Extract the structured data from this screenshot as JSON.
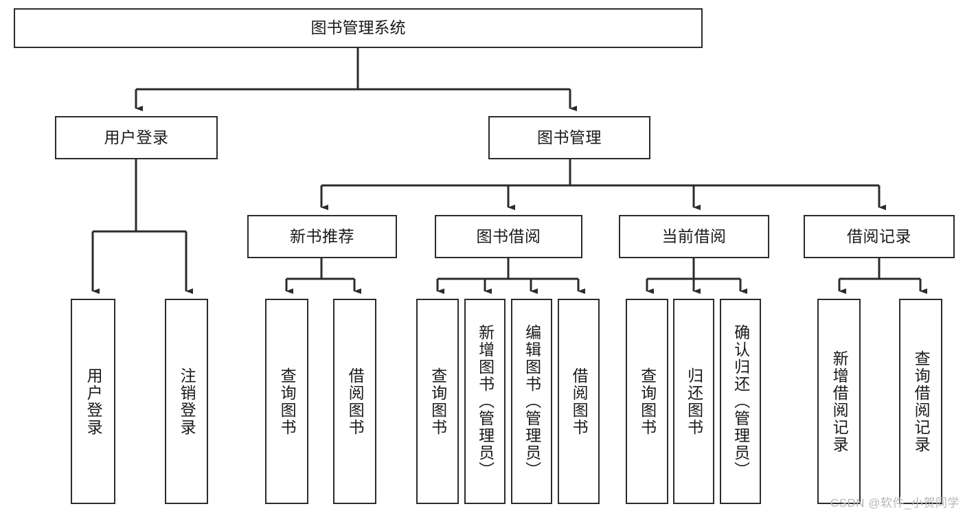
{
  "diagram": {
    "title": "图书管理系统",
    "type": "hierarchy-tree",
    "stroke_color": "#2b2b2b",
    "fill_color": "#ffffff",
    "text_color": "#1a1a1a",
    "watermark": "CSDN @软件_小贺同学",
    "levels": {
      "root": {
        "label": "图书管理系统"
      },
      "level1": [
        {
          "id": "user-login",
          "label": "用户登录"
        },
        {
          "id": "book-management",
          "label": "图书管理"
        }
      ],
      "level2": [
        {
          "id": "new-book-recommend",
          "label": "新书推荐",
          "parent": "book-management"
        },
        {
          "id": "book-borrow",
          "label": "图书借阅",
          "parent": "book-management"
        },
        {
          "id": "current-borrow",
          "label": "当前借阅",
          "parent": "book-management"
        },
        {
          "id": "borrow-record",
          "label": "借阅记录",
          "parent": "book-management"
        }
      ],
      "leaves": [
        {
          "id": "leaf-user-login",
          "label": "用户登录",
          "parent": "user-login"
        },
        {
          "id": "leaf-user-logout",
          "label": "注销登录",
          "parent": "user-login"
        },
        {
          "id": "leaf-query-book-1",
          "label": "查询图书",
          "parent": "new-book-recommend"
        },
        {
          "id": "leaf-borrow-book-1",
          "label": "借阅图书",
          "parent": "new-book-recommend"
        },
        {
          "id": "leaf-query-book-2",
          "label": "查询图书",
          "parent": "book-borrow"
        },
        {
          "id": "leaf-add-book",
          "label": "新增图书（管理员）",
          "parent": "book-borrow"
        },
        {
          "id": "leaf-edit-book",
          "label": "编辑图书（管理员）",
          "parent": "book-borrow"
        },
        {
          "id": "leaf-borrow-book-2",
          "label": "借阅图书",
          "parent": "book-borrow"
        },
        {
          "id": "leaf-query-book-3",
          "label": "查询图书",
          "parent": "current-borrow"
        },
        {
          "id": "leaf-return-book",
          "label": "归还图书",
          "parent": "current-borrow"
        },
        {
          "id": "leaf-confirm-return",
          "label": "确认归还（管理员）",
          "parent": "current-borrow"
        },
        {
          "id": "leaf-add-record",
          "label": "新增借阅记录",
          "parent": "borrow-record"
        },
        {
          "id": "leaf-query-record",
          "label": "查询借阅记录",
          "parent": "borrow-record"
        }
      ]
    }
  }
}
